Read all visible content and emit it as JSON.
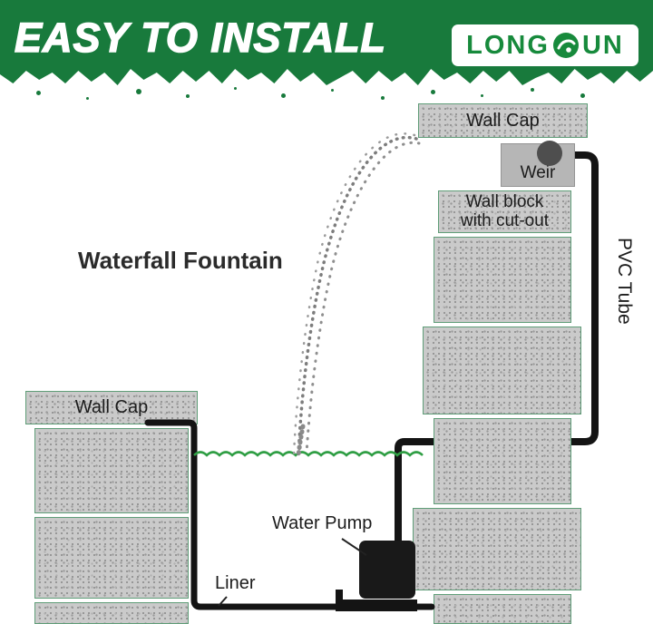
{
  "banner": {
    "title": "EASY TO INSTALL",
    "brand": {
      "part1": "LONG",
      "part2": "UN"
    }
  },
  "diagram": {
    "title": "Waterfall Fountain",
    "labels": {
      "wall_cap_top": "Wall Cap",
      "weir": "Weir",
      "wall_block_cutout": "Wall block with cut-out",
      "pvc_tube": "PVC Tube",
      "wall_cap_left": "Wall Cap",
      "water_pump": "Water Pump",
      "liner": "Liner"
    }
  },
  "colors": {
    "banner_green": "#187a3c",
    "logo_green": "#178a3c",
    "block_gray": "#cacaca",
    "block_border": "#5f9d78",
    "water_green": "#2f9e44",
    "line_black": "#141414",
    "label_dark": "#1c1c1c"
  }
}
